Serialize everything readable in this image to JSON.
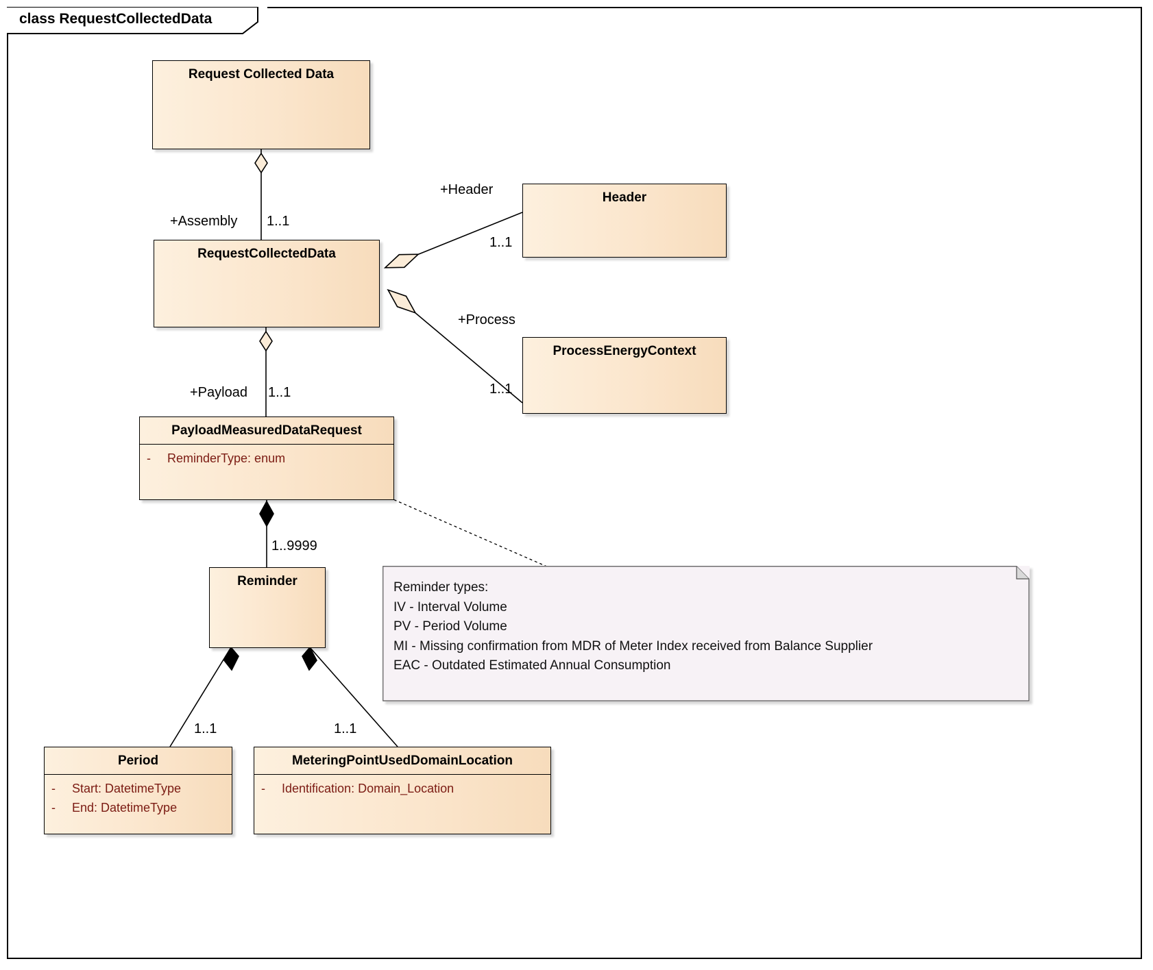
{
  "diagram": {
    "frame_label": "class RequestCollectedData",
    "kind": "uml-class-diagram"
  },
  "classes": {
    "request_collected_data_pkg": {
      "name": "Request Collected Data",
      "attributes": []
    },
    "request_collected_data": {
      "name": "RequestCollectedData",
      "attributes": []
    },
    "header": {
      "name": "Header",
      "attributes": []
    },
    "process_energy_context": {
      "name": "ProcessEnergyContext",
      "attributes": []
    },
    "payload_measured_data_request": {
      "name": "PayloadMeasuredDataRequest",
      "attributes": [
        {
          "visibility": "-",
          "signature": "ReminderType: enum"
        }
      ]
    },
    "reminder": {
      "name": "Reminder",
      "attributes": []
    },
    "period": {
      "name": "Period",
      "attributes": [
        {
          "visibility": "-",
          "signature": "Start: DatetimeType"
        },
        {
          "visibility": "-",
          "signature": "End: DatetimeType"
        }
      ]
    },
    "metering_point_used_domain_location": {
      "name": "MeteringPointUsedDomainLocation",
      "attributes": [
        {
          "visibility": "-",
          "signature": "Identification: Domain_Location"
        }
      ]
    }
  },
  "relationships": {
    "assembly": {
      "role": "+Assembly",
      "multiplicity": "1..1",
      "type": "aggregation"
    },
    "header": {
      "role": "+Header",
      "multiplicity": "1..1",
      "type": "aggregation"
    },
    "process": {
      "role": "+Process",
      "multiplicity": "1..1",
      "type": "aggregation"
    },
    "payload": {
      "role": "+Payload",
      "multiplicity": "1..1",
      "type": "aggregation"
    },
    "reminder": {
      "role": "",
      "multiplicity": "1..9999",
      "type": "composition"
    },
    "period": {
      "role": "",
      "multiplicity": "1..1",
      "type": "composition"
    },
    "metering_point": {
      "role": "",
      "multiplicity": "1..1",
      "type": "composition"
    }
  },
  "note": {
    "lines": [
      "Reminder types:",
      "IV - Interval Volume",
      "PV - Period Volume",
      "MI - Missing confirmation from MDR of Meter Index received from Balance Supplier",
      "EAC - Outdated Estimated Annual Consumption"
    ]
  },
  "colors": {
    "class_fill": "#fbe6cd",
    "class_border": "#000000",
    "attribute_text": "#7b1b13",
    "note_fill": "#f7f2f6",
    "link": "#000000",
    "background": "#ffffff"
  }
}
